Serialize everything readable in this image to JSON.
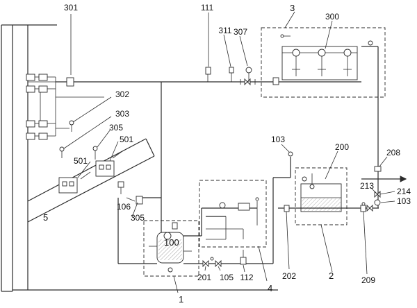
{
  "labels": {
    "l301": "301",
    "l111": "111",
    "l311": "311",
    "l307": "307",
    "l3": "3",
    "l300": "300",
    "l302": "302",
    "l303": "303",
    "l305a": "305",
    "l501a": "501",
    "l501b": "501",
    "l5": "5",
    "l106": "106",
    "l305b": "305",
    "l103a": "103",
    "l200": "200",
    "l208": "208",
    "l213": "213",
    "l214": "214",
    "l103b": "103",
    "l100": "100",
    "l202": "202",
    "l2": "2",
    "l209": "209",
    "l201": "201",
    "l105": "105",
    "l112": "112",
    "l4": "4",
    "l1": "1"
  }
}
